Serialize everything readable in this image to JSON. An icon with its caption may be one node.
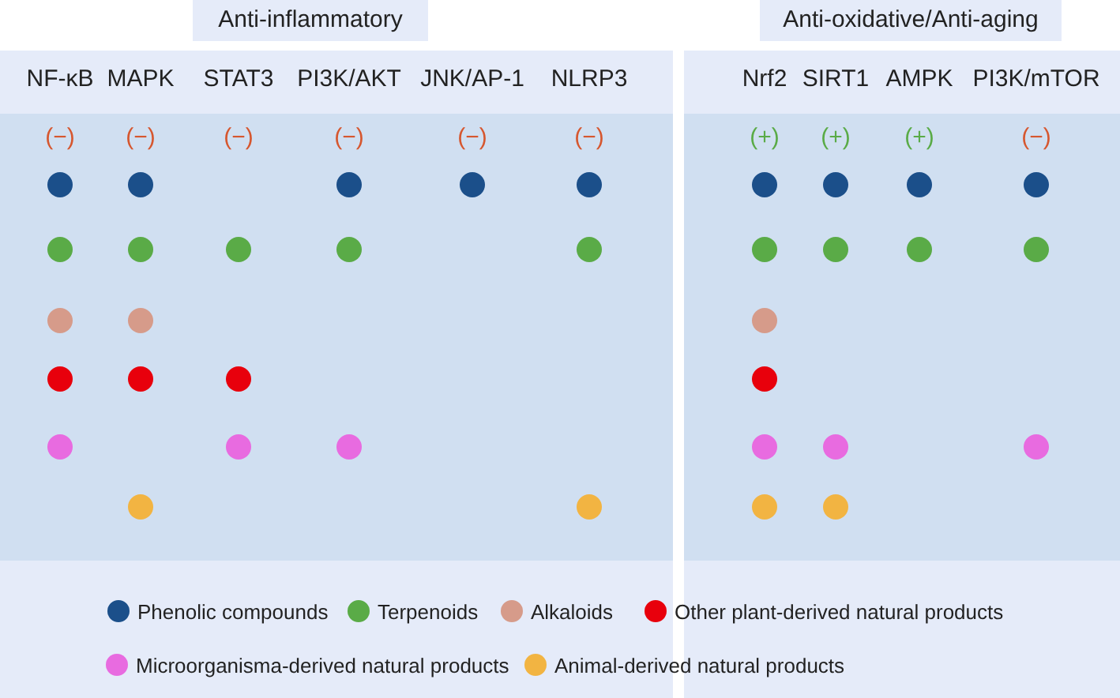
{
  "diagram": {
    "nodes": [
      {
        "text": [
          "Anti-inflammatory"
        ]
      },
      {
        "text": [
          "Anti-oxidative/Anti-aging"
        ]
      },
      {
        "text": [],
        "shape": "circle",
        "in": 0
      },
      {
        "text": [],
        "shape": "circle",
        "in": 0
      },
      {
        "text": [],
        "shape": "circle",
        "in": 0
      },
      {
        "text": [],
        "shape": "circle",
        "in": 0
      },
      {
        "text": [],
        "shape": "circle",
        "in": 0
      },
      {
        "text": [],
        "shape": "circle",
        "in": 1
      },
      {
        "text": [],
        "shape": "circle",
        "in": 1
      },
      {
        "text": [],
        "shape": "circle",
        "in": 1
      },
      {
        "text": [],
        "shape": "circle",
        "in": 1
      },
      {
        "text": [],
        "shape": "circle",
        "in": 0
      },
      {
        "text": [],
        "shape": "circle",
        "in": 0
      },
      {
        "text": [],
        "shape": "circle",
        "in": 0
      },
      {
        "text": [],
        "shape": "circle",
        "in": 0
      },
      {
        "text": [],
        "shape": "circle",
        "in": 0
      },
      {
        "text": [],
        "shape": "circle",
        "in": 1
      },
      {
        "text": [],
        "shape": "circle",
        "in": 1
      },
      {
        "text": [],
        "shape": "circle",
        "in": 1
      },
      {
        "text": [],
        "shape": "circle",
        "in": 1
      },
      {
        "text": [],
        "shape": "circle",
        "in": 0
      },
      {
        "text": [],
        "shape": "circle",
        "in": 0
      },
      {
        "text": [],
        "shape": "circle",
        "in": 1
      },
      {
        "text": [],
        "shape": "circle",
        "in": 0
      },
      {
        "text": [],
        "shape": "circle",
        "in": 0
      },
      {
        "text": [],
        "shape": "circle",
        "in": 0
      },
      {
        "text": [],
        "shape": "circle",
        "in": 1
      },
      {
        "text": [],
        "shape": "circle",
        "in": 0
      },
      {
        "text": [],
        "shape": "circle",
        "in": 0
      },
      {
        "text": [],
        "shape": "circle",
        "in": 0
      },
      {
        "text": [],
        "shape": "circle",
        "in": 1
      },
      {
        "text": [],
        "shape": "circle",
        "in": 1
      },
      {
        "text": [],
        "shape": "circle",
        "in": 1
      },
      {
        "text": [],
        "shape": "circle",
        "in": 0
      },
      {
        "text": [],
        "shape": "circle",
        "in": 0
      },
      {
        "text": [],
        "shape": "circle",
        "in": 1
      },
      {
        "text": [],
        "shape": "circle",
        "in": 1
      }
    ],
    "labels": [
      "NF-κB",
      "MAPK",
      "STAT3",
      "PI3K/AKT",
      "JNK/AP-1",
      "NLRP3",
      "Nrf2",
      "SIRT1",
      "AMPK",
      "PI3K/mTOR",
      "(−)",
      "(−)",
      "(−)",
      "(−)",
      "(−)",
      "(−)",
      "(+)",
      "(+)",
      "(+)",
      "(−)"
    ],
    "legend": [
      {
        "text": "Phenolic compounds",
        "color": "#1b4f8a"
      },
      {
        "text": "Terpenoids",
        "color": "#5aab47"
      },
      {
        "text": "Alkaloids",
        "color": "#d69b8a"
      },
      {
        "text": "Other plant-derived natural products",
        "color": "#e8000c"
      },
      {
        "text": "Microorganisma-derived natural products",
        "color": "#e86be0"
      },
      {
        "text": "Animal-derived natural products",
        "color": "#f2b442"
      }
    ]
  }
}
